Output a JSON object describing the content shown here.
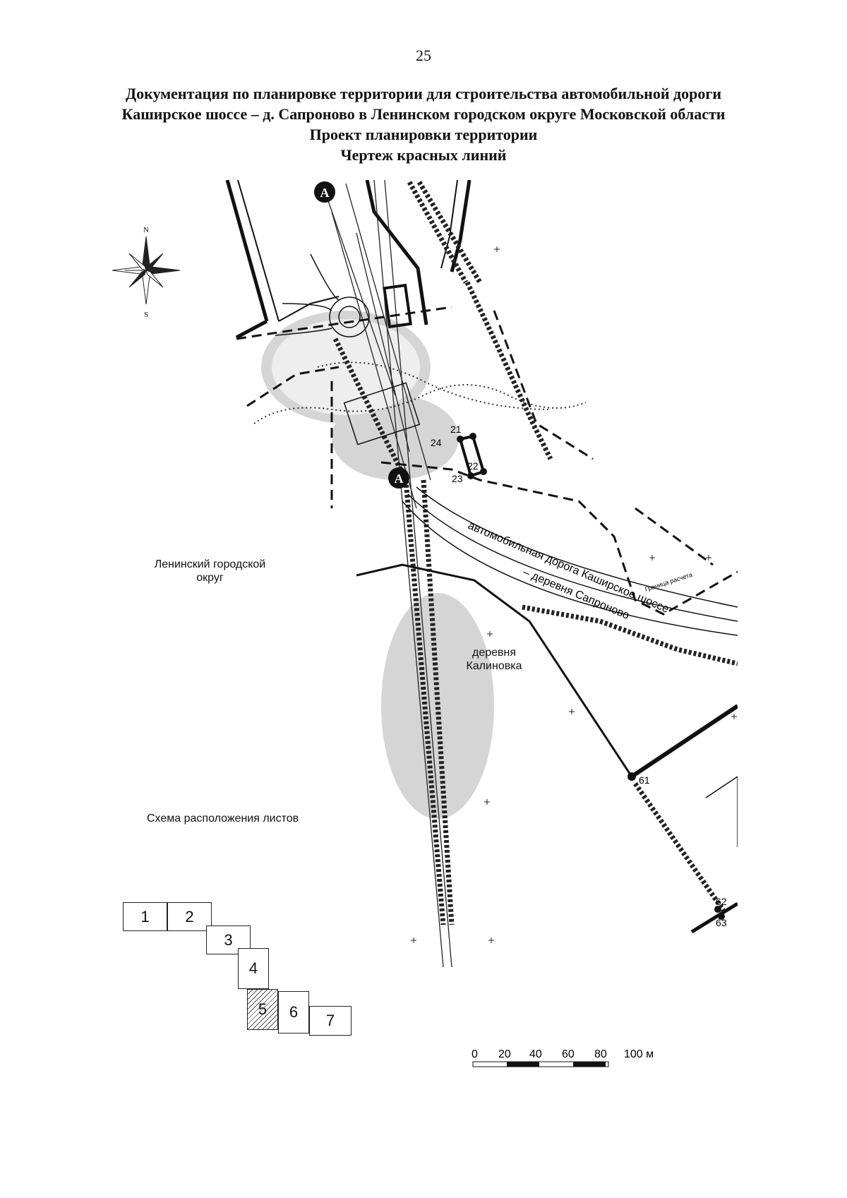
{
  "page_number": "25",
  "title_lines": [
    "Документация по планировке территории для строительства автомобильной дороги",
    "Каширское шоссе – д. Сапроново в Ленинском городском округе Московской области",
    "Проект планировки территории",
    "Чертеж красных линий"
  ],
  "compass": {
    "north": "N",
    "south": "S"
  },
  "labels": {
    "district_line1": "Ленинский городской",
    "district_line2": "округ",
    "sheet_scheme": "Схема расположения листов",
    "village_line1": "деревня",
    "village_line2": "Калиновка",
    "road_line1": "автомобильная дорога Каширское шоссе",
    "road_line2": "– деревня Сапроново",
    "boundary": "Граница расчета"
  },
  "markers": [
    "А",
    "А"
  ],
  "points": [
    "21",
    "22",
    "23",
    "24",
    "61",
    "62",
    "63"
  ],
  "sheets": [
    "1",
    "2",
    "3",
    "4",
    "5",
    "6",
    "7"
  ],
  "current_sheet": "5",
  "scale": {
    "ticks": [
      "0",
      "20",
      "40",
      "60",
      "80",
      "100 м"
    ]
  }
}
